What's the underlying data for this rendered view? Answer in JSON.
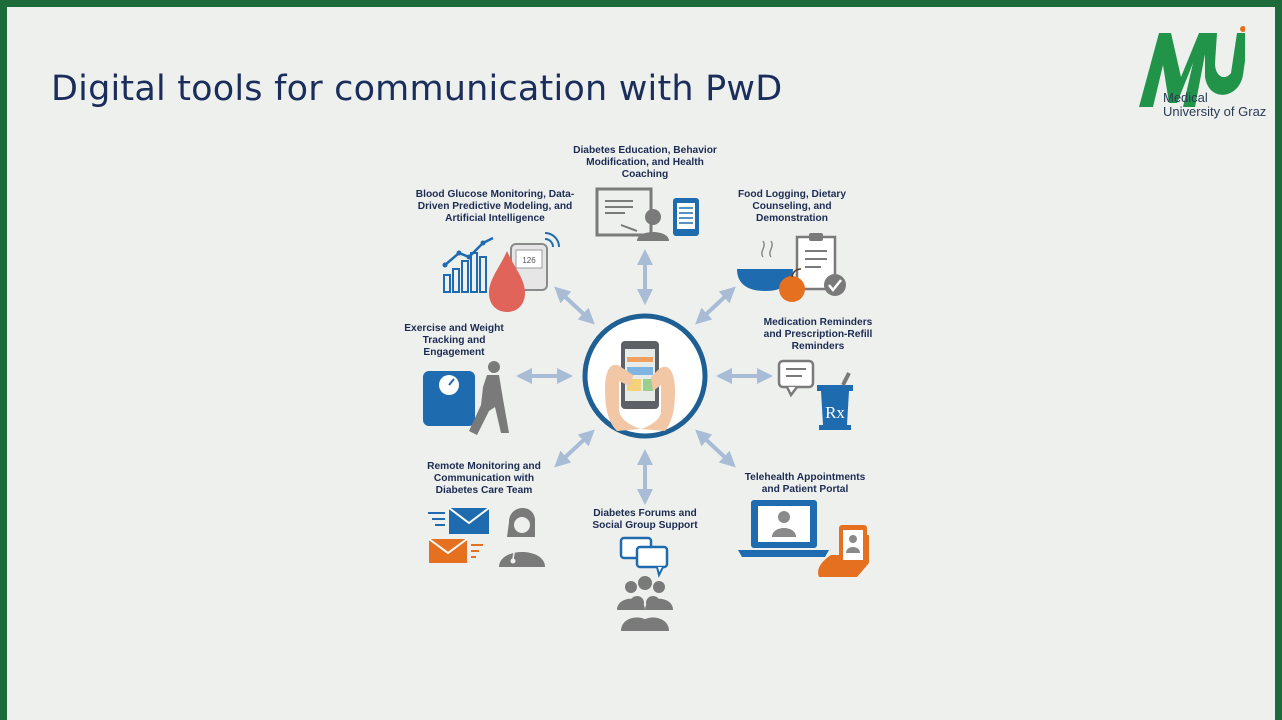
{
  "slide": {
    "title": "Digital tools for communication with PwD"
  },
  "logo": {
    "line1": "Medical",
    "line2": "University of Graz",
    "color": "#21944a"
  },
  "colors": {
    "navy": "#1b2d5b",
    "blue": "#1e6bb0",
    "orange": "#e5701f",
    "gray": "#8a8a8a",
    "arrow": "#a9bcd6",
    "red": "#e0645a"
  },
  "nodes": {
    "education": {
      "label": "Diabetes Education, Behavior Modification, and Health Coaching",
      "icon": "teacher-board-icon"
    },
    "glucose": {
      "label": "Blood Glucose Monitoring, Data-Driven Predictive Modeling, and Artificial Intelligence",
      "icon": "glucose-chart-icon",
      "meter_value": "126"
    },
    "food": {
      "label": "Food Logging, Dietary Counseling, and Demonstration",
      "icon": "food-clipboard-icon"
    },
    "exercise": {
      "label": "Exercise and Weight Tracking and Engagement",
      "icon": "scale-walker-icon"
    },
    "medication": {
      "label": "Medication Reminders and Prescription-Refill Reminders",
      "icon": "pharmacy-rx-icon",
      "rx_text": "Rx"
    },
    "remote": {
      "label": "Remote Monitoring and Communication with Diabetes Care Team",
      "icon": "mail-nurse-icon"
    },
    "telehealth": {
      "label": "Telehealth Appointments and Patient Portal",
      "icon": "laptop-phone-icon"
    },
    "forums": {
      "label": "Diabetes Forums and Social Group Support",
      "icon": "group-chat-icon"
    }
  },
  "hub": {
    "icon": "smartphone-hands-icon"
  }
}
